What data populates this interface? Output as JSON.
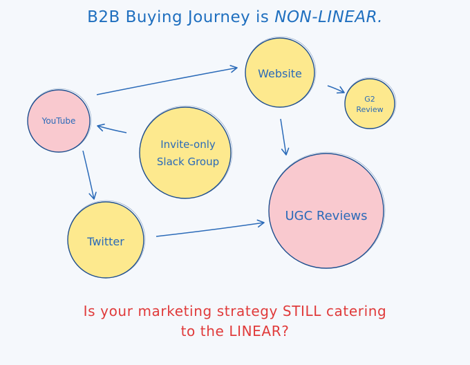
{
  "title": {
    "text_before": "B2B Buying Journey is ",
    "text_emphasis": "NON-LINEAR."
  },
  "nodes": {
    "website": "Website",
    "g2_line1": "G2",
    "g2_line2": "Review",
    "youtube": "YouTube",
    "slack_line1": "Invite-only",
    "slack_line2": "Slack Group",
    "ugc": "UGC Reviews",
    "twitter": "Twitter"
  },
  "question": {
    "line1": "Is your marketing strategy STILL catering",
    "line2": "to the LINEAR?"
  },
  "colors": {
    "yellow_fill": "#fde98e",
    "pink_fill": "#f9c9cf",
    "stroke": "#1f4f8f",
    "arrow": "#2a6ab8",
    "title": "#1f6fbf",
    "question": "#e03a3a"
  }
}
